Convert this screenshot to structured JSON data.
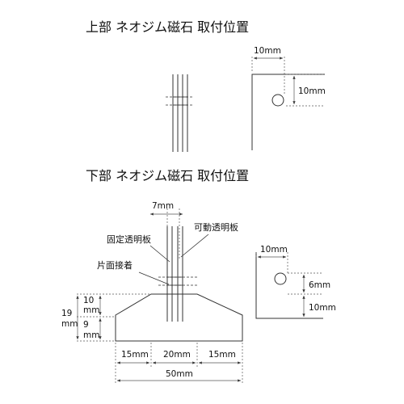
{
  "top": {
    "title": "上部 ネオジム磁石 取付位置",
    "dim_width": "10mm",
    "dim_height": "10mm"
  },
  "bottom": {
    "title": "下部 ネオジム磁石 取付位置",
    "gap_dim": "7mm",
    "label_movable": "可動透明板",
    "label_fixed": "固定透明板",
    "label_one_side": "片面接着",
    "total_height_a": "19",
    "total_height_b": "mm",
    "upper_height_a": "10",
    "upper_height_b": "mm",
    "lower_height_a": "9",
    "lower_height_b": "mm",
    "base_left": "15mm",
    "base_center": "20mm",
    "base_right": "15mm",
    "base_total": "50mm",
    "side_width": "10mm",
    "side_gap": "6mm",
    "side_height": "10mm"
  }
}
